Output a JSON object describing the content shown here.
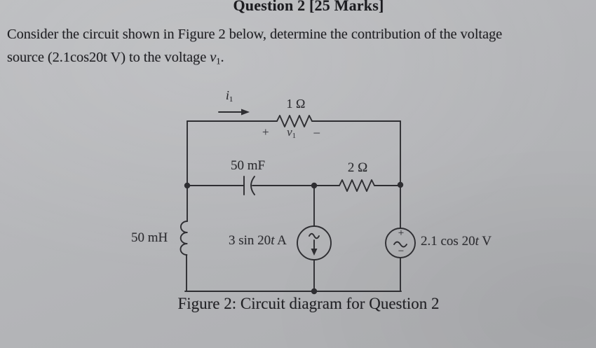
{
  "header": {
    "title": "Question 2 [25 Marks]"
  },
  "question": {
    "line1": "Consider the circuit shown in Figure 2 below, determine the contribution of the voltage",
    "line2_prefix": "source (2.1cos20t V) to the voltage ",
    "v_base": "v",
    "v_sub": "1",
    "line2_suffix": "."
  },
  "circuit": {
    "current_arrow": {
      "base": "i",
      "sub": "1"
    },
    "r1": {
      "label": "1 Ω"
    },
    "v1_marks": {
      "plus": "+",
      "base": "v",
      "sub": "1",
      "minus": "–"
    },
    "capacitor": {
      "label": "50 mF"
    },
    "r2": {
      "label": "2 Ω"
    },
    "inductor": {
      "label": "50 mH"
    },
    "current_source": {
      "prefix": "3 sin 20",
      "t": "t",
      "suffix": " A"
    },
    "voltage_source": {
      "prefix": "2.1 cos 20",
      "t": "t",
      "suffix": " V",
      "plus": "+",
      "minus": "−"
    }
  },
  "caption": "Figure 2: Circuit diagram for Question 2",
  "colors": {
    "ink": "#2e2e32",
    "paper": "#b5b6b9"
  }
}
